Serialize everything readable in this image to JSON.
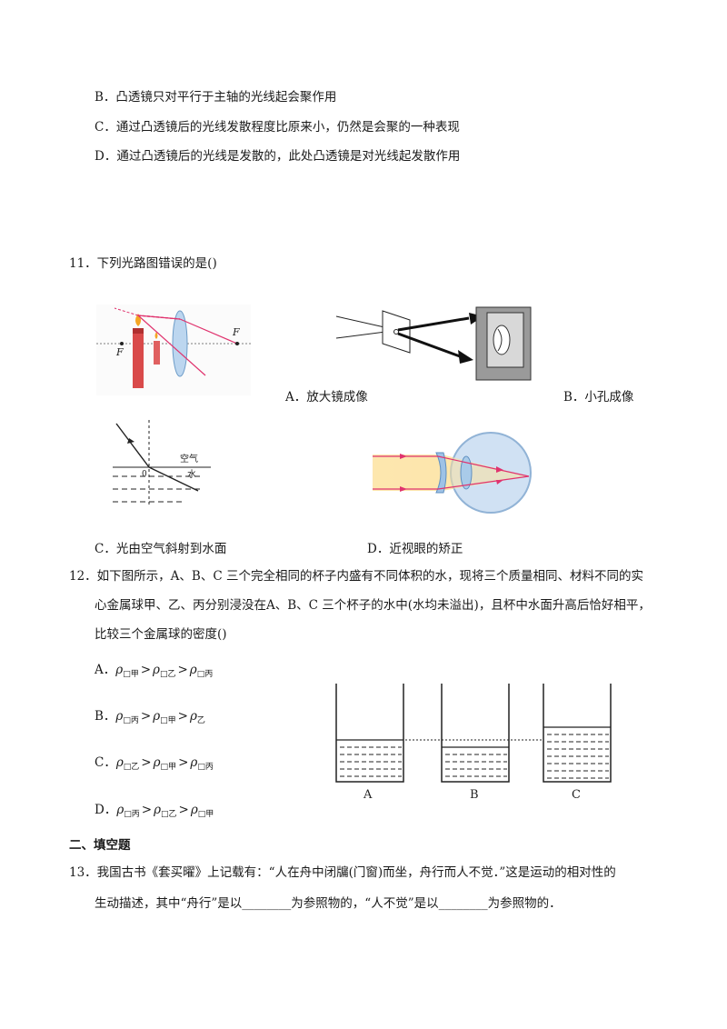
{
  "q10": {
    "optB": "B．凸透镜只对平行于主轴的光线起会聚作用",
    "optC": "C．通过凸透镜后的光线发散程度比原来小，仍然是会聚的一种表现",
    "optD": "D．通过凸透镜后的光线是发散的，此处凸透镜是对光线起发散作用"
  },
  "q11": {
    "stem": "11．下列光路图错误的是()",
    "figA_label_F": "F",
    "optA": "A．放大镜成像",
    "optB": "B．小孔成像",
    "figC_air": "空气",
    "figC_water": "水",
    "figC_o": "0",
    "optC": "C．光由空气斜射到水面",
    "optD": "D．近视眼的矫正"
  },
  "q12": {
    "stem1": "12．如下图所示，A、B、C 三个完全相同的杯子内盛有不同体积的水，现将三个质量相同、材料不同的实",
    "stem2": "心金属球甲、乙、丙分别浸没在A、B、C 三个杯子的水中(水均未溢出)，且杯中水面升高后恰好相平，",
    "stem3": "比较三个金属球的密度()",
    "rho": "ρ",
    "gt": ">",
    "optA": {
      "letter": "A．",
      "s1": "□甲",
      "s2": "□乙",
      "s3": "□丙"
    },
    "optB": {
      "letter": "B．",
      "s1": "□丙",
      "s2": "□甲",
      "s3": "乙"
    },
    "optC": {
      "letter": "C．",
      "s1": "□乙",
      "s2": "□甲",
      "s3": "□丙"
    },
    "optD": {
      "letter": "D．",
      "s1": "□丙",
      "s2": "□乙",
      "s3": "□甲"
    },
    "cupA": "A",
    "cupB": "B",
    "cupC": "C"
  },
  "section2": "二、填空题",
  "q13": {
    "line1": "13．我国古书《套买曜》上记载有：“人在舟中闭牖(门窗)而坐，舟行而人不觉．”这是运动的相对性的",
    "line2": "生动描述，其中“舟行”是以________为参照物的，“人不觉”是以________为参照物的．"
  }
}
